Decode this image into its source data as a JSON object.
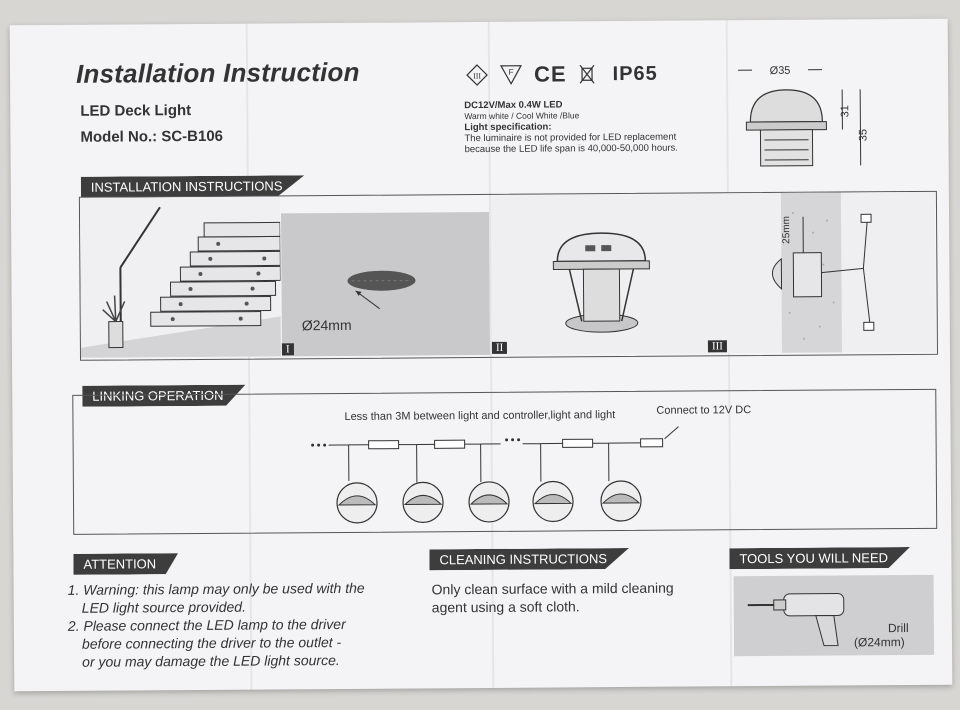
{
  "doc": {
    "title": "Installation Instruction",
    "product": "LED Deck Light",
    "model": "Model No.: SC-B106",
    "certifications": {
      "class_symbol": "III",
      "f_symbol": "F",
      "ce": "CE",
      "weee": "bin-icon",
      "ip": "IP65"
    },
    "spec": {
      "line1": "DC12V/Max 0.4W LED",
      "line2": "Warm white / Cool White /Blue",
      "line3": "Light specification:",
      "line4": "The luminaire is not provided for LED replacement",
      "line5": "because the LED life span is 40,000-50,000 hours."
    },
    "dims": {
      "width": "Ø35",
      "h1": "31",
      "h2": "35"
    }
  },
  "installation": {
    "header": "INSTALLATION INSTRUCTIONS",
    "hole_label": "Ø24mm",
    "depth_label": "25mm",
    "steps": [
      "I",
      "II",
      "III"
    ]
  },
  "linking": {
    "header": "LINKING OPERATION",
    "distance_note": "Less than 3M between light and controller,light and light",
    "power_note": "Connect to 12V DC"
  },
  "attention": {
    "header": "ATTENTION",
    "items": [
      "1. Warning: this lamp may only be used with the",
      "LED light source provided.",
      "2. Please connect the LED lamp to the driver",
      "before connecting the driver to the outlet -",
      "or you may damage the LED light source."
    ]
  },
  "cleaning": {
    "header": "CLEANING INSTRUCTIONS",
    "line1": "Only clean surface with a mild cleaning",
    "line2": "agent using a soft cloth."
  },
  "tools": {
    "header": "TOOLS YOU WILL NEED",
    "tool": "Drill",
    "size": "(Ø24mm)"
  }
}
